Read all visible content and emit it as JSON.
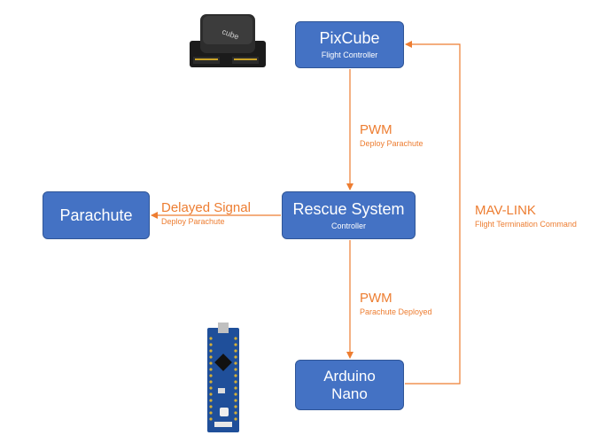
{
  "nodes": {
    "pixcube": {
      "title": "PixCube",
      "subtitle": "Flight Controller"
    },
    "rescue": {
      "title": "Rescue System",
      "subtitle": "Controller"
    },
    "parachute": {
      "title": "Parachute"
    },
    "arduino": {
      "title_line1": "Arduino",
      "title_line2": "Nano"
    }
  },
  "edges": {
    "pwm_top": {
      "label": "PWM",
      "sublabel": "Deploy Parachute"
    },
    "delayed": {
      "label": "Delayed Signal",
      "sublabel": "Deploy Parachute"
    },
    "pwm_bottom": {
      "label": "PWM",
      "sublabel": "Parachute Deployed"
    },
    "mavlink": {
      "label": "MAV-LINK",
      "sublabel": "Flight Termination Command"
    }
  },
  "images": {
    "pixcube_logo_text": "cube"
  },
  "colors": {
    "box_fill": "#4472c4",
    "arrow": "#ed7d31",
    "label": "#ed7d31"
  }
}
